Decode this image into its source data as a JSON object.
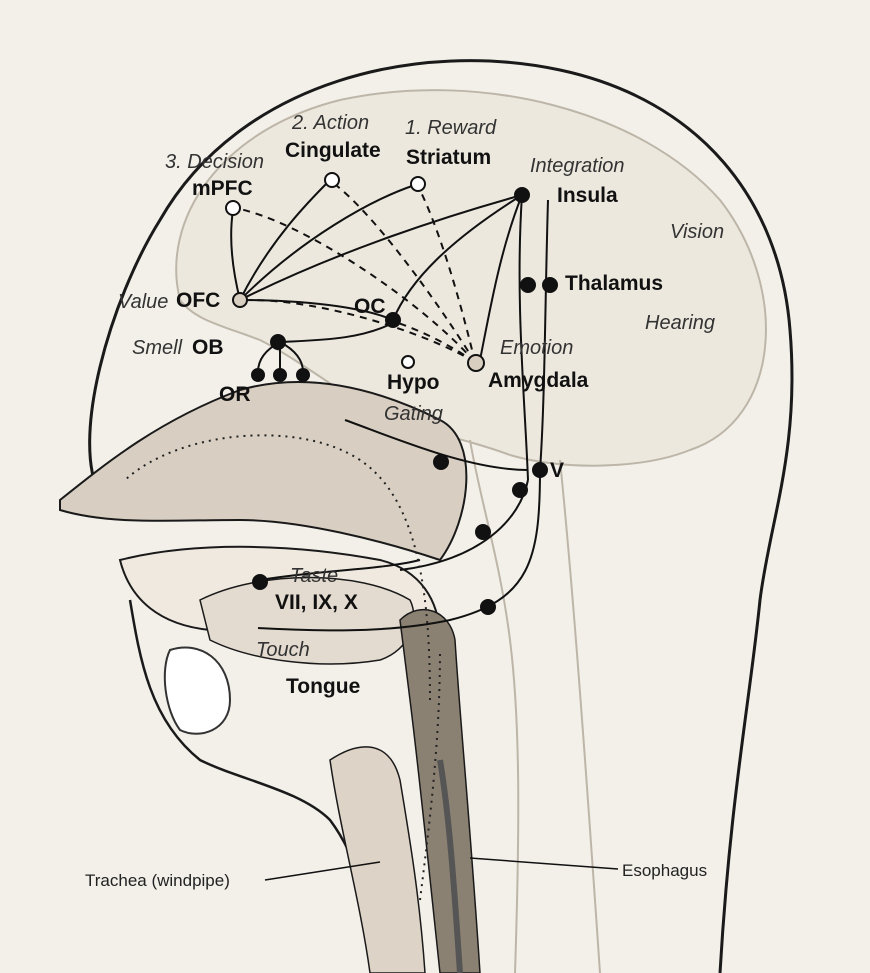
{
  "labels": {
    "decision": "3. Decision",
    "mpfc": "mPFC",
    "action": "2. Action",
    "cingulate": "Cingulate",
    "reward": "1. Reward",
    "striatum": "Striatum",
    "integration": "Integration",
    "insula": "Insula",
    "vision": "Vision",
    "thalamus": "Thalamus",
    "hearing": "Hearing",
    "value": "Value",
    "ofc": "OFC",
    "oc": "OC",
    "smell": "Smell",
    "ob": "OB",
    "emotion": "Emotion",
    "hypo": "Hypo",
    "amygdala": "Amygdala",
    "gating": "Gating",
    "or": "OR",
    "v": "V",
    "taste": "Taste",
    "cranial_nerves": "VII, IX, X",
    "touch": "Touch",
    "tongue": "Tongue",
    "trachea": "Trachea (windpipe)",
    "esophagus": "Esophagus"
  },
  "colors": {
    "background": "#f3f0ea",
    "brain": "#ece8de",
    "tissue": "#d8cfc2",
    "dark": "#8b8173",
    "line": "#111111"
  }
}
